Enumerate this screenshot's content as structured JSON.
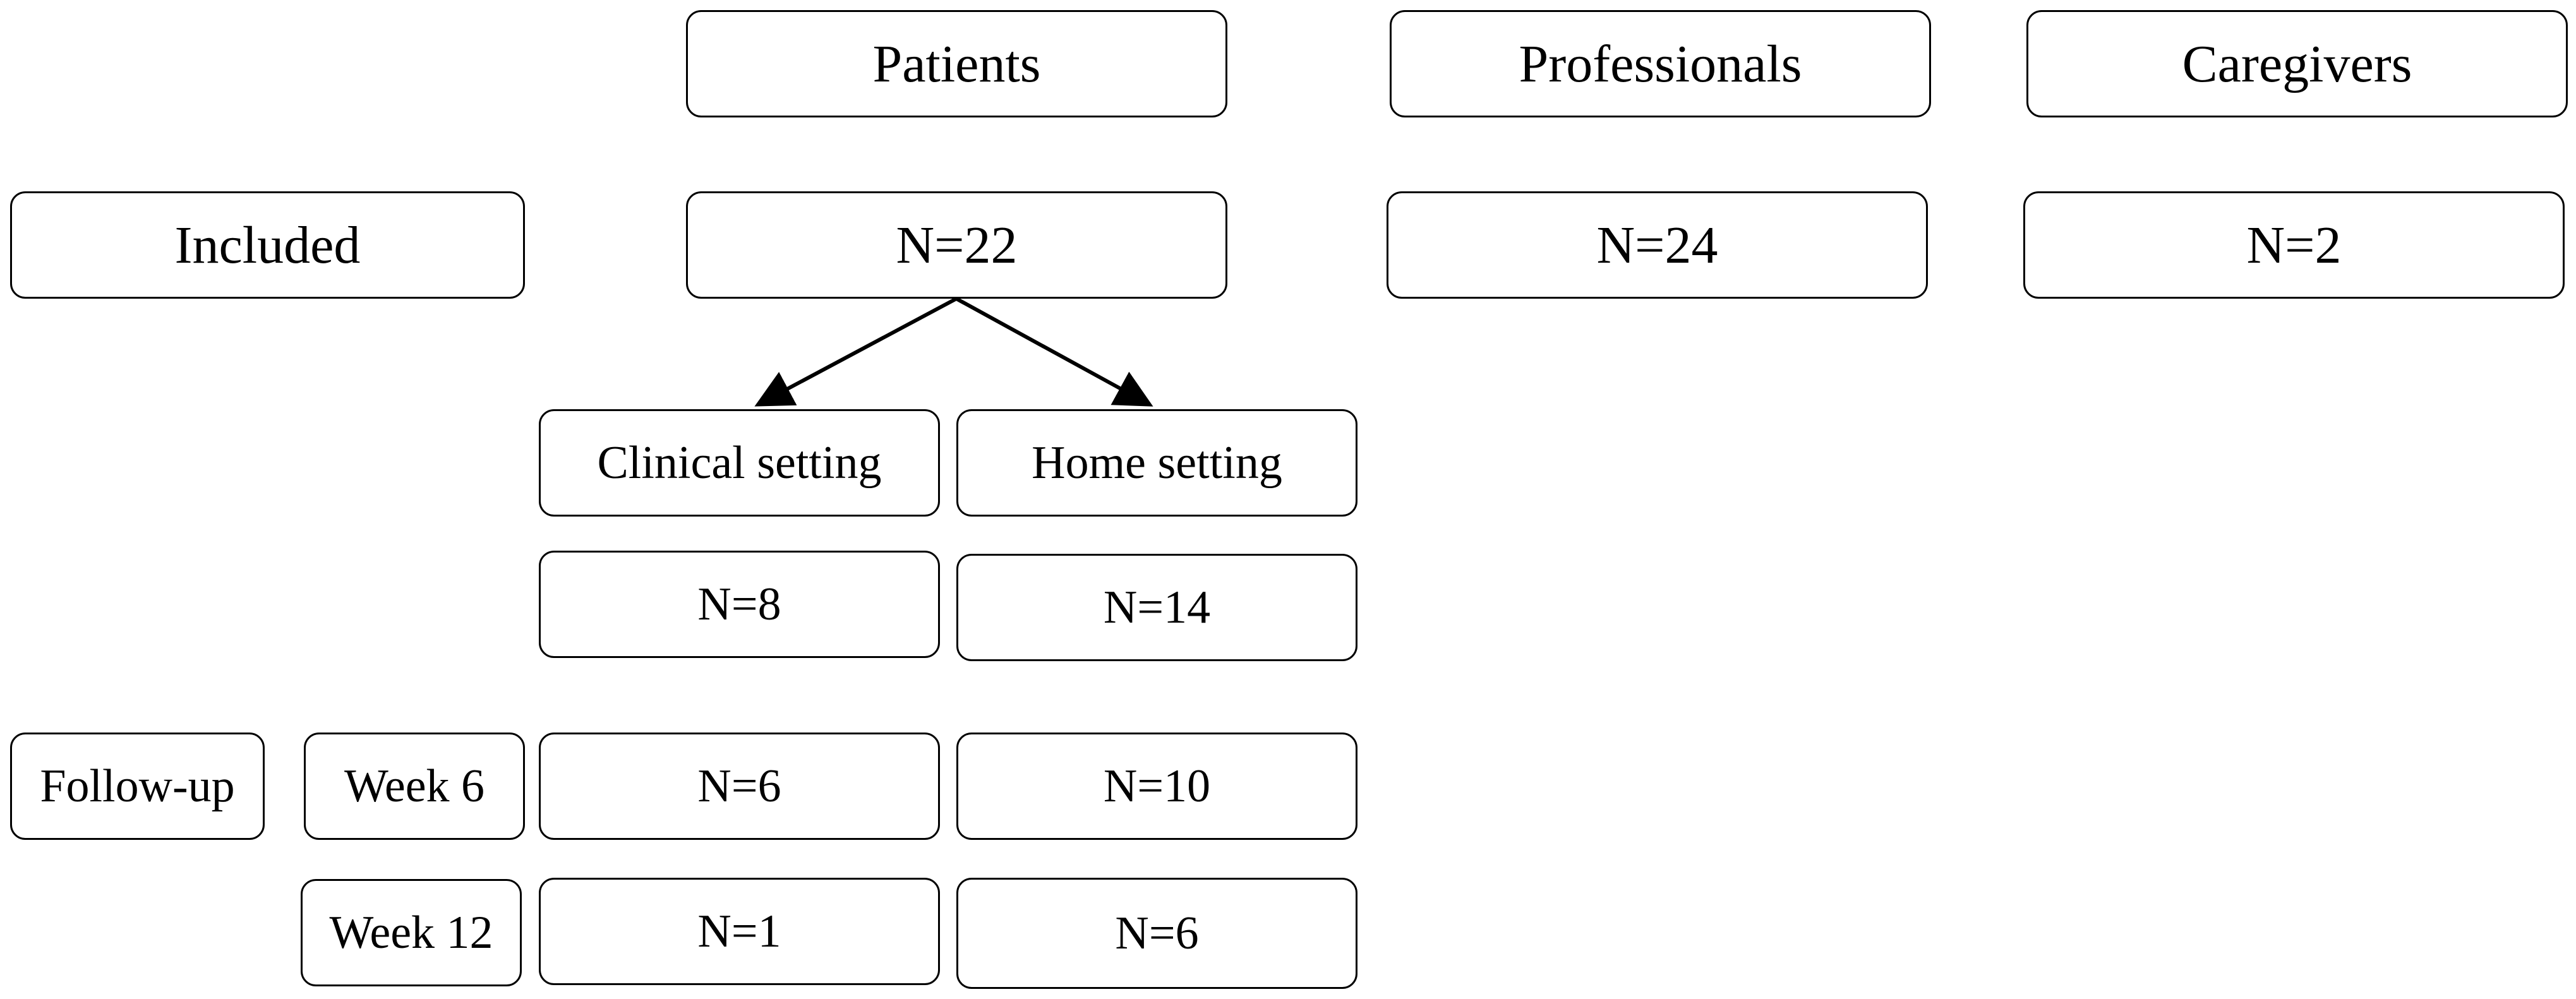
{
  "columns": {
    "patients": "Patients",
    "professionals": "Professionals",
    "caregivers": "Caregivers"
  },
  "included": {
    "label": "Included",
    "patients": "N=22",
    "professionals": "N=24",
    "caregivers": "N=2"
  },
  "settings": {
    "clinical": {
      "label": "Clinical setting",
      "included": "N=8",
      "week6": "N=6",
      "week12": "N=1"
    },
    "home": {
      "label": "Home setting",
      "included": "N=14",
      "week6": "N=10",
      "week12": "N=6"
    }
  },
  "follow_up": {
    "label": "Follow-up",
    "week6": "Week 6",
    "week12": "Week 12"
  }
}
